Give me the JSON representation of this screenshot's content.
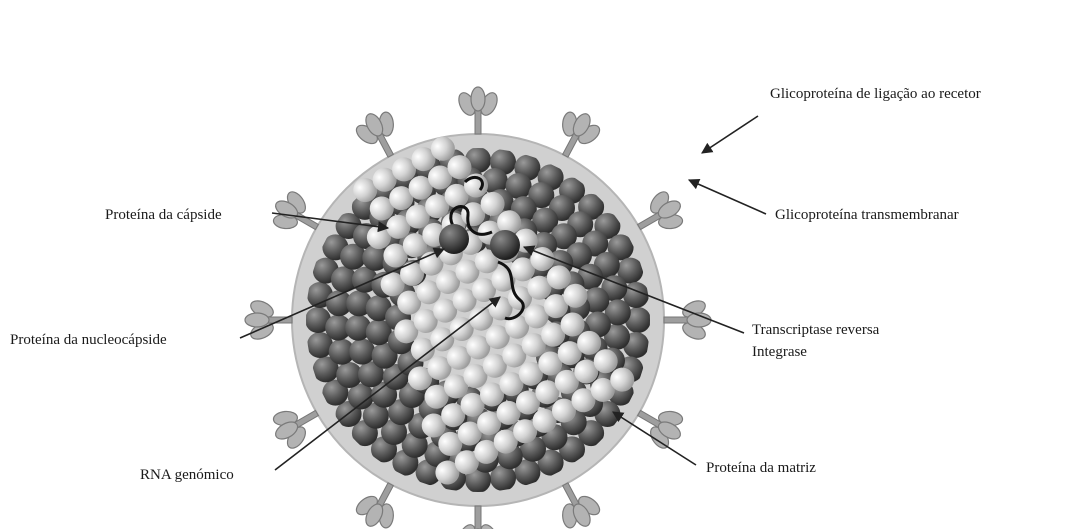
{
  "labels": {
    "receptor_glycoprotein": "Glicoproteína de ligação ao recetor",
    "transmembrane_glycoprotein": "Glicoproteína transmembranar",
    "capsid_protein": "Proteína da cápside",
    "nucleocapsid_protein": "Proteína da nucleocápside",
    "reverse_transcriptase": "Transcriptase reversa",
    "integrase": "Integrase",
    "genomic_rna": "RNA genómico",
    "matrix_protein": "Proteína da matriz"
  },
  "colors": {
    "envelope": "#cfcfcf",
    "matrix_sphere": "#5a5a5a",
    "capsid_sphere": "#d6d6d6",
    "spike": "#a9a9a9",
    "enzyme": "#3a3a3a",
    "leader_line": "#222222"
  },
  "icons": {
    "spike": "glycoprotein-spike-icon"
  }
}
